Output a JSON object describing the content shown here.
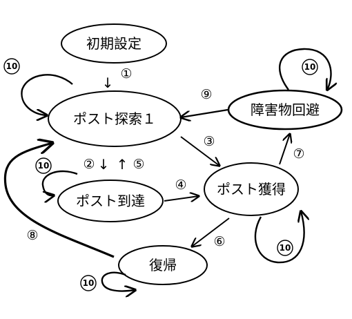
{
  "diagram": {
    "nodes": {
      "initial_setup": "初期設定",
      "post_search": "ポスト探索１",
      "post_arrival": "ポスト到達",
      "post_acquire": "ポスト獲得",
      "obstacle_avoid": "障害物回避",
      "return": "復帰"
    },
    "edge_labels": {
      "e1": "①",
      "e2": "②",
      "e3": "③",
      "e4": "④",
      "e5": "⑤",
      "e6": "⑥",
      "e7": "⑦",
      "e8": "⑧",
      "e9": "⑨",
      "e10": "⑩"
    },
    "arrow_glyphs": {
      "down": "↓",
      "up": "↑"
    }
  }
}
